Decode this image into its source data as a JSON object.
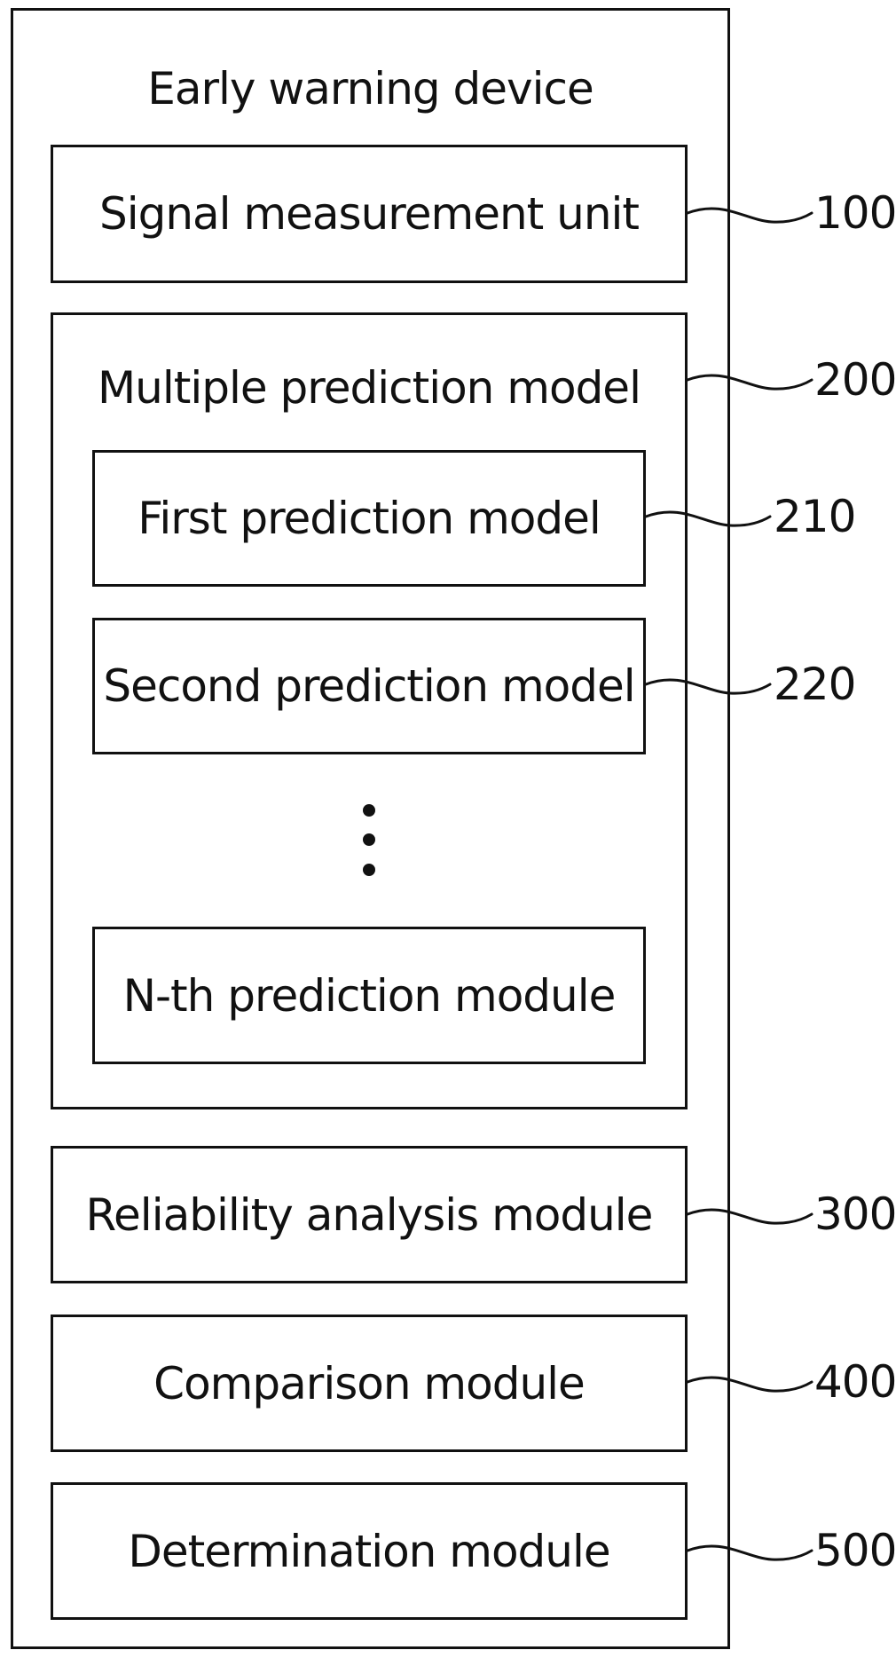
{
  "diagram": {
    "outer": {
      "title": "Early warning device"
    },
    "signal_measurement": {
      "label": "Signal measurement unit",
      "ref": "100"
    },
    "multiple_prediction": {
      "title": "Multiple prediction model",
      "ref": "200",
      "first": {
        "label": "First prediction model",
        "ref": "210"
      },
      "second": {
        "label": "Second prediction model",
        "ref": "220"
      },
      "nth": {
        "label": "N-th prediction module"
      }
    },
    "reliability": {
      "label": "Reliability analysis module",
      "ref": "300"
    },
    "comparison": {
      "label": "Comparison module",
      "ref": "400"
    },
    "determination": {
      "label": "Determination module",
      "ref": "500"
    }
  }
}
